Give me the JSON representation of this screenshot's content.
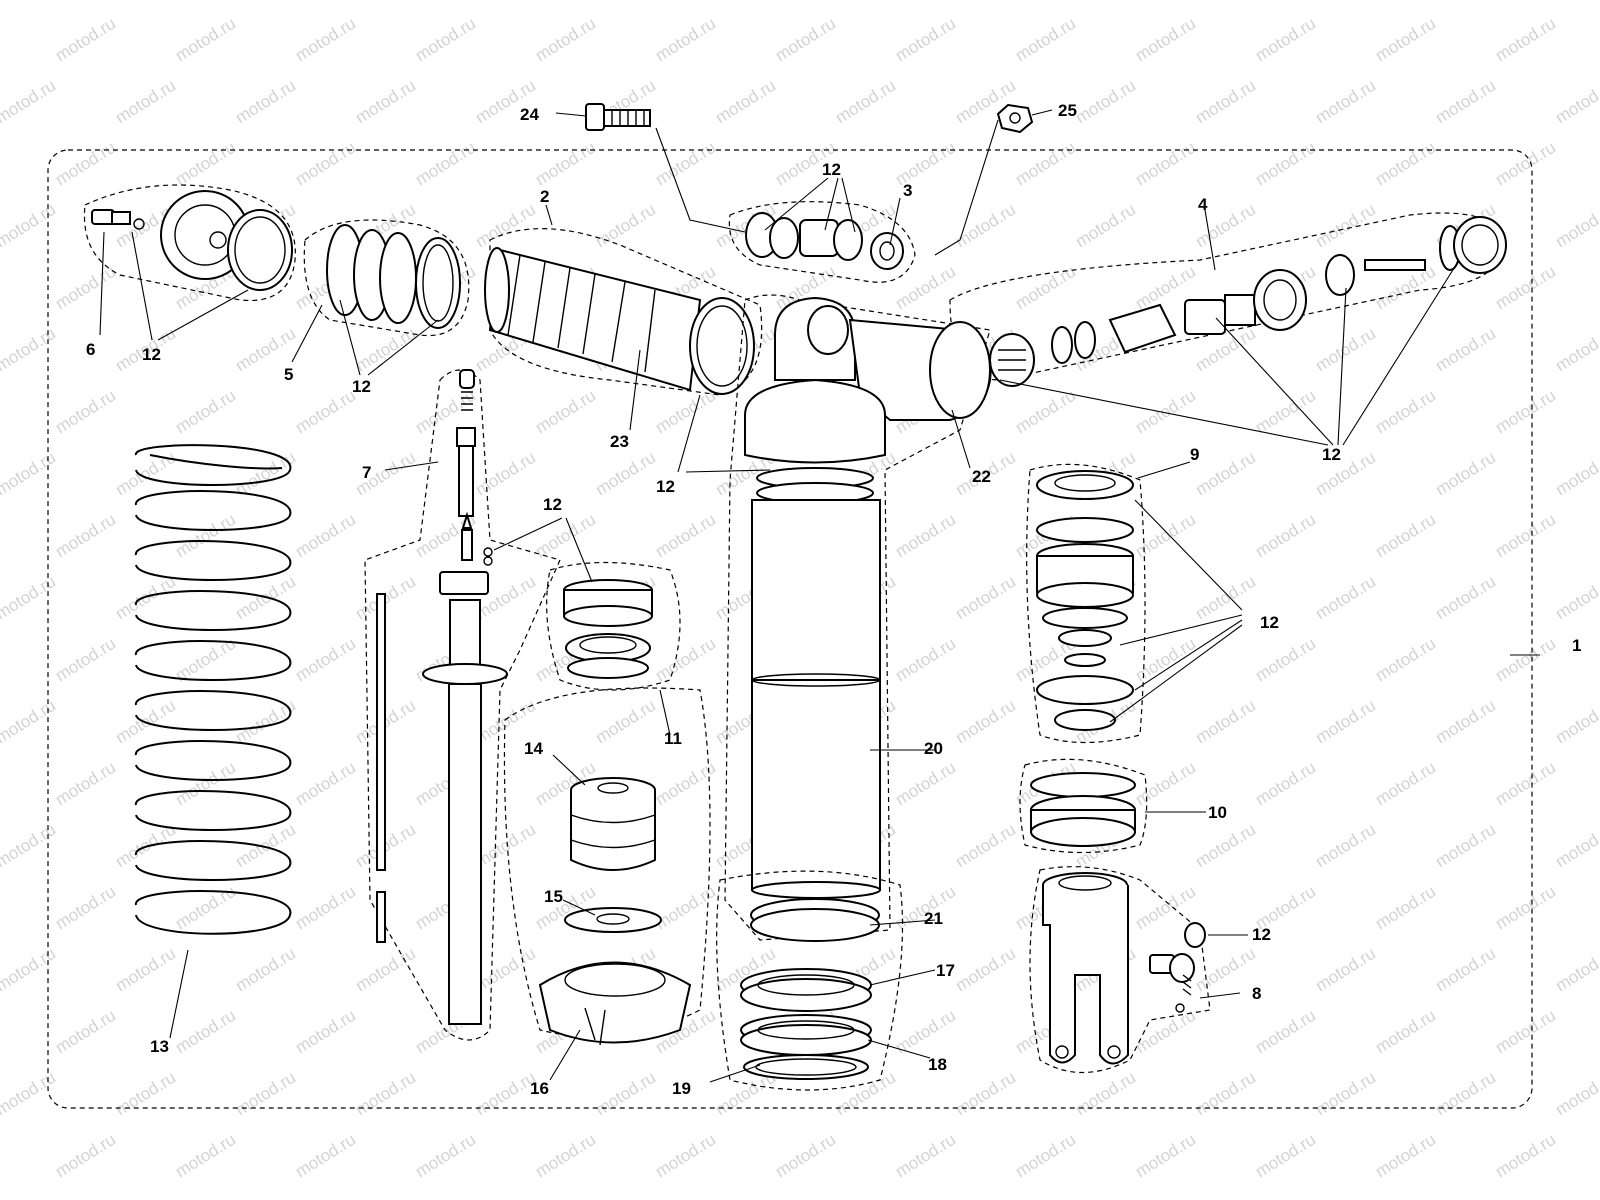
{
  "watermark": {
    "text": "motod.ru"
  },
  "callouts": {
    "c1": "1",
    "c2": "2",
    "c3": "3",
    "c4": "4",
    "c5": "5",
    "c6": "6",
    "c7": "7",
    "c8": "8",
    "c9": "9",
    "c10": "10",
    "c11": "11",
    "c12_a": "12",
    "c12_b": "12",
    "c12_c": "12",
    "c12_d": "12",
    "c12_e": "12",
    "c12_f": "12",
    "c12_g": "12",
    "c12_h": "12",
    "c13": "13",
    "c14": "14",
    "c15": "15",
    "c16": "16",
    "c17": "17",
    "c18": "18",
    "c19": "19",
    "c20": "20",
    "c21": "21",
    "c22": "22",
    "c23": "23",
    "c24": "24",
    "c25": "25"
  }
}
